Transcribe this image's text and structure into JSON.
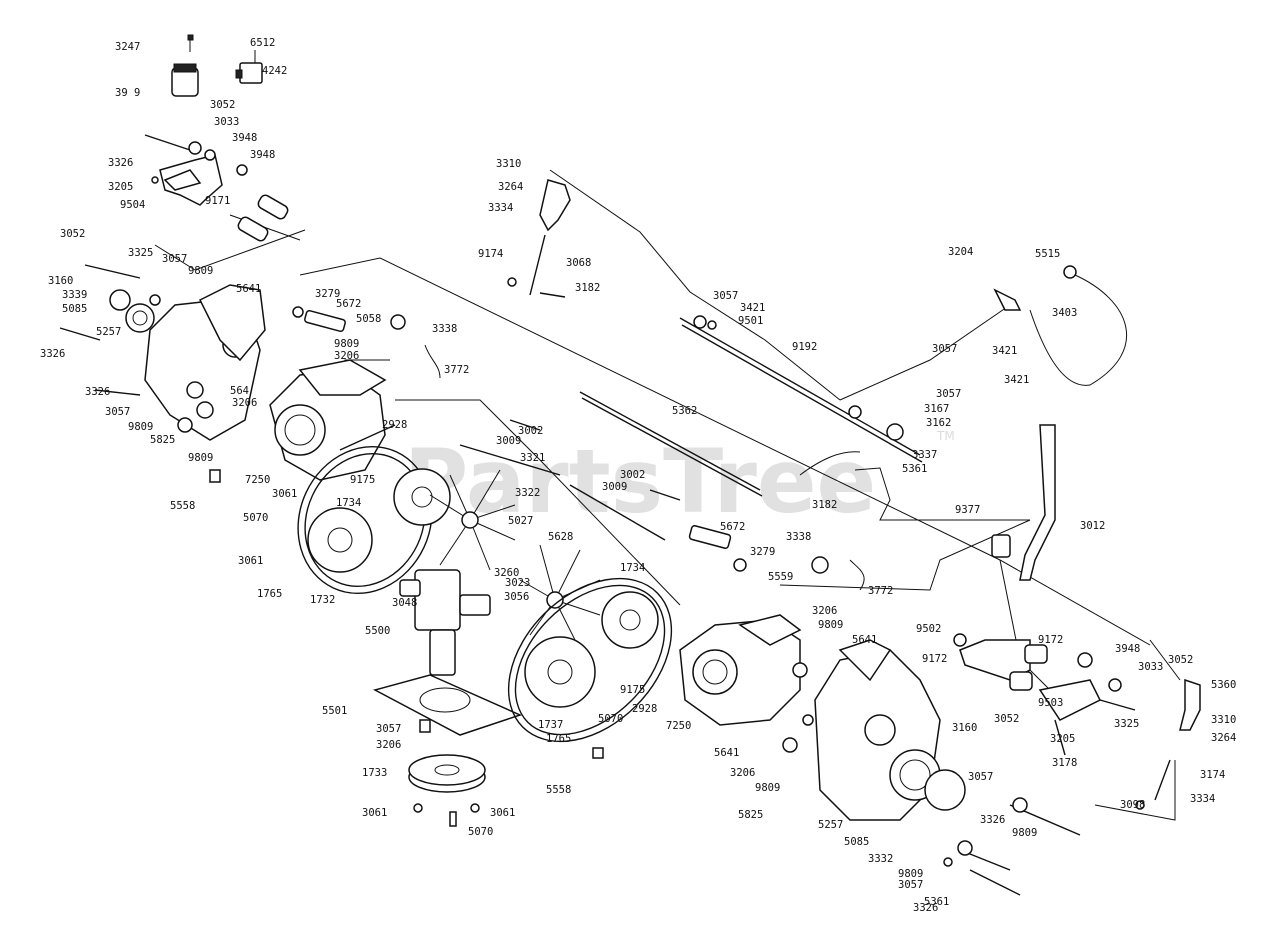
{
  "watermark": {
    "text": "PartsTree",
    "trademark": "TM"
  },
  "part_labels": [
    "3247",
    "6512",
    "4242",
    "39 9",
    "3052",
    "3033",
    "3948",
    "3326",
    "3948",
    "3205",
    "9504",
    "9171",
    "3052",
    "3325",
    "3057",
    "9809",
    "3160",
    "3339",
    "5085",
    "5257",
    "3326",
    "3326",
    "3057",
    "9809",
    "5825",
    "9809",
    "5558",
    "564",
    "3206",
    "5641",
    "3279",
    "5672",
    "5058",
    "3338",
    "9809",
    "3206",
    "3772",
    "2928",
    "7250",
    "9175",
    "3061",
    "5070",
    "3061",
    "1765",
    "1732",
    "1734",
    "5027",
    "5500",
    "3048",
    "5501",
    "3057",
    "3206",
    "1733",
    "3061",
    "3061",
    "5070",
    "3002",
    "3009",
    "3321",
    "3322",
    "3002",
    "3009",
    "5628",
    "3260",
    "3023",
    "3056",
    "1734",
    "1737",
    "1765",
    "9175",
    "5070",
    "2928",
    "5558",
    "7250",
    "5672",
    "3279",
    "5559",
    "3338",
    "3772",
    "3206",
    "9809",
    "5641",
    "5641",
    "3206",
    "9809",
    "5825",
    "5257",
    "5085",
    "3332",
    "9809",
    "3057",
    "3326",
    "9809",
    "3057",
    "3326",
    "5361",
    "3310",
    "3264",
    "3334",
    "9174",
    "3068",
    "3182",
    "3057",
    "3421",
    "9501",
    "9192",
    "5362",
    "3182",
    "3057",
    "3421",
    "3421",
    "3057",
    "3167",
    "3162",
    "3337",
    "5361",
    "3204",
    "5515",
    "3403",
    "9377",
    "3012",
    "9502",
    "9172",
    "9172",
    "9503",
    "3948",
    "3033",
    "3052",
    "3325",
    "3205",
    "3178",
    "3160",
    "3052",
    "5360",
    "3310",
    "3264",
    "3174",
    "3098",
    "3334"
  ]
}
